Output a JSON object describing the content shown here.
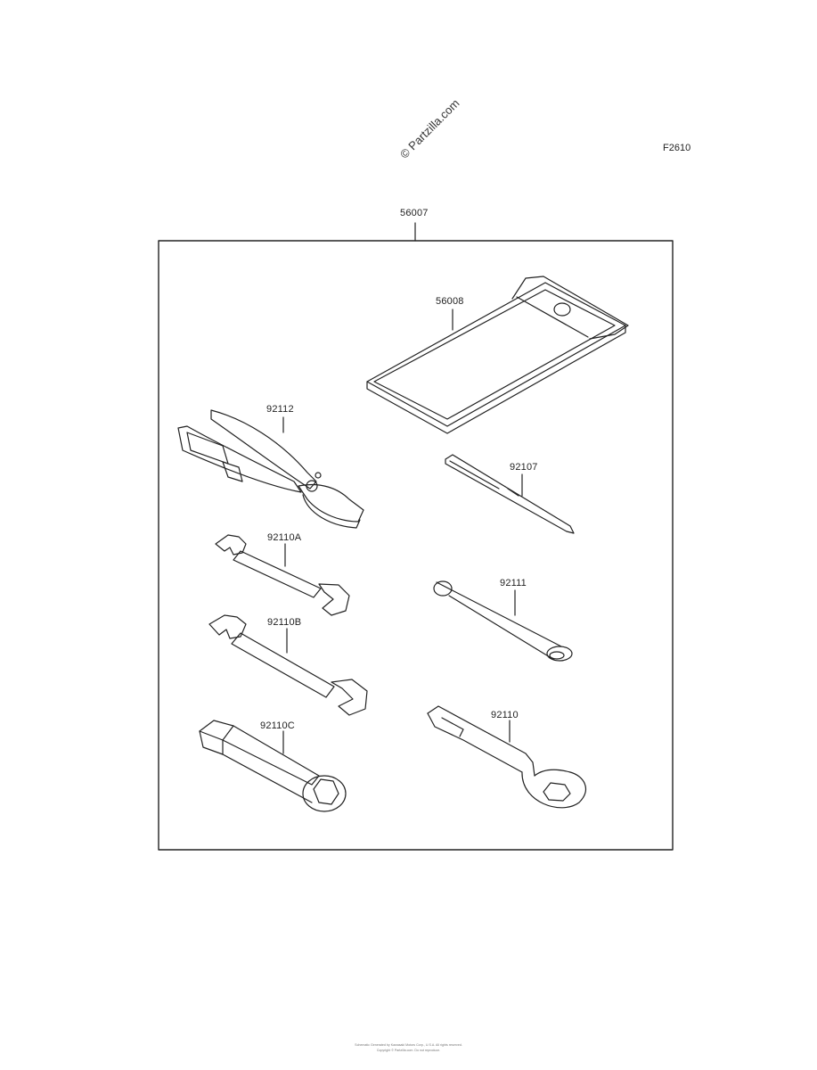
{
  "figure_code": "F2610",
  "watermark": "© Partzilla.com",
  "assembly": {
    "part": "56007"
  },
  "parts": [
    {
      "id": "56008"
    },
    {
      "id": "92112"
    },
    {
      "id": "92107"
    },
    {
      "id": "92110A"
    },
    {
      "id": "92111"
    },
    {
      "id": "92110B"
    },
    {
      "id": "92110C"
    },
    {
      "id": "92110"
    }
  ],
  "footer": {
    "line1": "Schematic Generated by Kawasaki Motors Corp., U.S.A. All rights reserved.",
    "line2": "Copyright © Partzilla.com. Do not reproduce."
  },
  "colors": {
    "line": "#222222",
    "paper": "#ffffff"
  }
}
